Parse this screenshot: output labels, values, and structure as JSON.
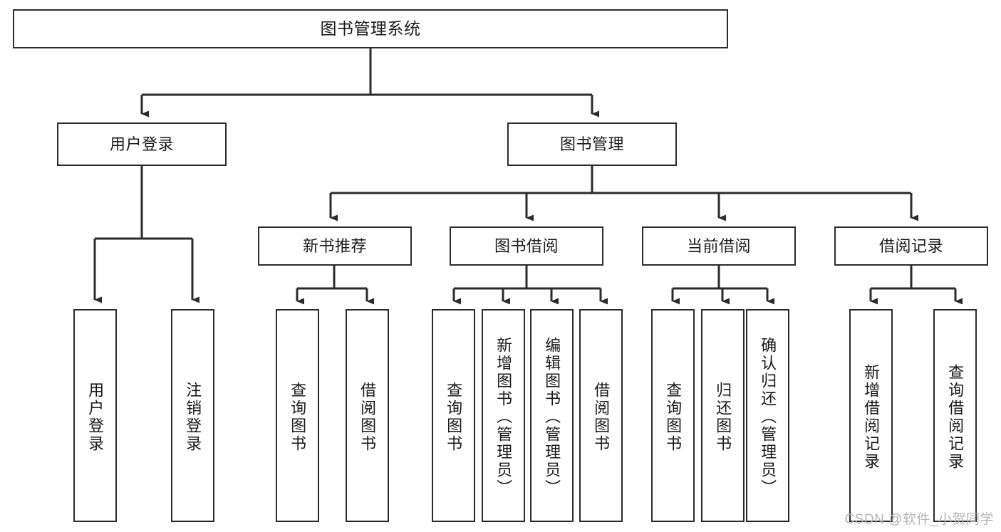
{
  "diagram": {
    "type": "tree-hierarchy",
    "title": "图书管理系统",
    "orientation": "top-down",
    "style": {
      "box_fill": "#ffffff",
      "box_stroke": "#2b2b2b",
      "connector_stroke": "#2b2b2b",
      "text_color": "#1a1a1a",
      "background": "#ffffff",
      "watermark_color": "#b4b4b4"
    },
    "root": {
      "id": "root",
      "label": "图书管理系统",
      "text_direction": "horizontal"
    },
    "level2": [
      {
        "id": "user-login",
        "label": "用户登录",
        "text_direction": "horizontal"
      },
      {
        "id": "book-management",
        "label": "图书管理",
        "text_direction": "horizontal"
      }
    ],
    "level3": [
      {
        "id": "new-book-recommend",
        "label": "新书推荐",
        "parent": "book-management",
        "text_direction": "horizontal"
      },
      {
        "id": "book-borrow",
        "label": "图书借阅",
        "parent": "book-management",
        "text_direction": "horizontal"
      },
      {
        "id": "current-borrow",
        "label": "当前借阅",
        "parent": "book-management",
        "text_direction": "horizontal"
      },
      {
        "id": "borrow-record",
        "label": "借阅记录",
        "parent": "book-management",
        "text_direction": "horizontal"
      }
    ],
    "leaves": [
      {
        "id": "leaf-user-login",
        "label": "用户登录",
        "parent": "user-login",
        "text_direction": "vertical"
      },
      {
        "id": "leaf-user-logout",
        "label": "注销登录",
        "parent": "user-login",
        "text_direction": "vertical"
      },
      {
        "id": "leaf-query-book-recommend",
        "label": "查询图书",
        "parent": "new-book-recommend",
        "text_direction": "vertical"
      },
      {
        "id": "leaf-borrow-book-recommend",
        "label": "借阅图书",
        "parent": "new-book-recommend",
        "text_direction": "vertical"
      },
      {
        "id": "leaf-query-book-borrow",
        "label": "查询图书",
        "parent": "book-borrow",
        "text_direction": "vertical"
      },
      {
        "id": "leaf-add-book",
        "label": "新增图书（管理员）",
        "parent": "book-borrow",
        "text_direction": "vertical"
      },
      {
        "id": "leaf-edit-book",
        "label": "编辑图书（管理员）",
        "parent": "book-borrow",
        "text_direction": "vertical"
      },
      {
        "id": "leaf-borrow-book",
        "label": "借阅图书",
        "parent": "book-borrow",
        "text_direction": "vertical"
      },
      {
        "id": "leaf-query-book-current",
        "label": "查询图书",
        "parent": "current-borrow",
        "text_direction": "vertical"
      },
      {
        "id": "leaf-return-book",
        "label": "归还图书",
        "parent": "current-borrow",
        "text_direction": "vertical"
      },
      {
        "id": "leaf-confirm-return",
        "label": "确认归还（管理员）",
        "parent": "current-borrow",
        "text_direction": "vertical"
      },
      {
        "id": "leaf-add-record",
        "label": "新增借阅记录",
        "parent": "borrow-record",
        "text_direction": "vertical"
      },
      {
        "id": "leaf-query-record",
        "label": "查询借阅记录",
        "parent": "borrow-record",
        "text_direction": "vertical"
      }
    ],
    "watermark": "CSDN @软件_小贺同学"
  }
}
